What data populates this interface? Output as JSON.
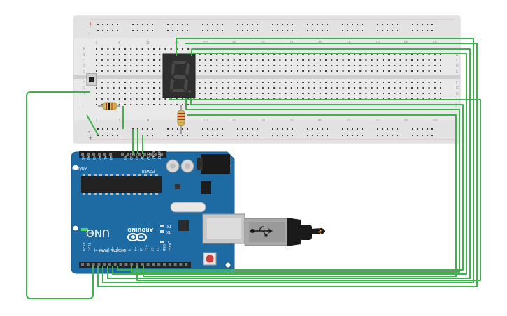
{
  "breadboard": {
    "col_labels": [
      "1",
      "5",
      "10",
      "15",
      "20",
      "25",
      "30",
      "35",
      "40",
      "45",
      "50",
      "55",
      "60"
    ],
    "row_labels_top": [
      "A",
      "B",
      "C",
      "D",
      "E"
    ],
    "row_labels_bottom": [
      "F",
      "G",
      "H",
      "I",
      "J"
    ],
    "rail_plus": "+",
    "rail_minus": "-"
  },
  "arduino": {
    "brand_label": "ARDUINO",
    "model_label": "UNO",
    "on_label": "ON",
    "tx_label": "TX",
    "rx_label": "RX",
    "l_label": "L",
    "analog_label": "ANALOG IN",
    "power_label": "POWER",
    "digital_label": "DIGITAL (PWM~)",
    "analog_pins": [
      "A5",
      "A4",
      "A3",
      "A2",
      "A1",
      "A0"
    ],
    "power_pins": [
      "Vin",
      "GND",
      "GND",
      "5V",
      "3.3V",
      "RESET",
      "IOREF"
    ],
    "digital_pins": [
      "RX<0",
      "TX>1",
      "2",
      "~3",
      "4",
      "~5",
      "~6",
      "7",
      "8",
      "~9",
      "~10",
      "~11",
      "12",
      "13",
      "GND",
      "AREF"
    ]
  },
  "colors": {
    "breadboard_bg": "#e9e9e9",
    "breadboard_hole": "#3a3a3a",
    "rail_red": "#d9534f",
    "board_blue": "#1e6aa3",
    "wire_green": "#3cb44b",
    "display_body": "#2f2f2f",
    "segment_off": "#4a4a4a",
    "resistor_body": "#d8b46a",
    "usb_body": "#1a1a1a",
    "usb_plug": "#a9a9a9",
    "reset_red": "#d43c3c"
  }
}
